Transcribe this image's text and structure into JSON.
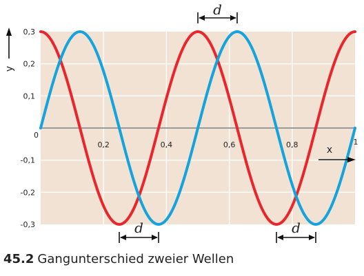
{
  "chart_data": {
    "type": "line",
    "xlabel": "x",
    "ylabel": "y",
    "xlim": [
      0,
      1
    ],
    "ylim": [
      -0.3,
      0.3
    ],
    "x_ticks": [
      {
        "value": 0,
        "label": "0"
      },
      {
        "value": 0.2,
        "label": "0,2"
      },
      {
        "value": 0.4,
        "label": "0,4"
      },
      {
        "value": 0.6,
        "label": "0,6"
      },
      {
        "value": 0.8,
        "label": "0,8"
      },
      {
        "value": 1,
        "label": "1"
      }
    ],
    "y_ticks": [
      {
        "value": 0.3,
        "label": "0,3"
      },
      {
        "value": 0.2,
        "label": "0,2"
      },
      {
        "value": 0.1,
        "label": "0,1"
      },
      {
        "value": -0.1,
        "label": "-0,1"
      },
      {
        "value": -0.2,
        "label": "-0,2"
      },
      {
        "value": -0.3,
        "label": "-0,3"
      }
    ],
    "grid": true,
    "series": [
      {
        "color": "#e8262b",
        "amplitude": 0.3,
        "wavelength": 0.5,
        "phase_shift": 0,
        "function": "cos"
      },
      {
        "color": "#14a3dc",
        "amplitude": 0.3,
        "wavelength": 0.5,
        "phase_shift": 0.125,
        "function": "cos"
      }
    ],
    "annotations": [
      {
        "label": "d",
        "from": 0.5,
        "to": 0.625,
        "y": 0.3
      },
      {
        "label": "d",
        "from": 0.25,
        "to": 0.375,
        "y": -0.3
      },
      {
        "label": "d",
        "from": 0.75,
        "to": 0.875,
        "y": -0.3
      }
    ],
    "colors": {
      "background": "#f2e2d4",
      "grid": "#ffffff",
      "zero_axis": "#9a9a9a"
    }
  },
  "caption": {
    "number": "45.2",
    "text": "Gangunterschied zweier Wellen"
  }
}
